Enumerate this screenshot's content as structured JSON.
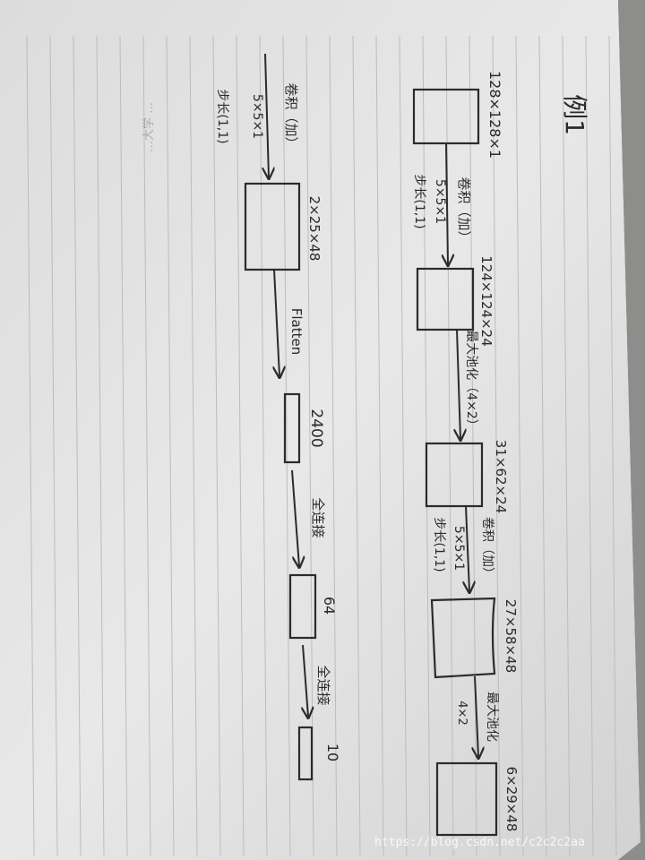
{
  "title": "例1",
  "watermark": "https://blog.csdn.net/c2c2c2aa",
  "stationery_header": "…大学 …",
  "diagram": {
    "column_a": {
      "blocks": [
        "128×128×1",
        "124×124×24",
        "31×62×24",
        "27×58×48",
        "6×29×48"
      ],
      "ops": [
        [
          "卷积（加）",
          "5×5×1",
          "步长(1,1)"
        ],
        [
          "最大池化（4×2）"
        ],
        [
          "卷积（加）",
          "5×5×1",
          "步长(1,1)"
        ],
        [
          "最大池化",
          "4×2"
        ]
      ]
    },
    "column_b": {
      "blocks": [
        "2×25×48",
        "2400",
        "64",
        "10"
      ],
      "top_ops": [
        "卷积（加）",
        "5×5×1",
        "步长(1,1)"
      ],
      "ops": [
        "Flatten",
        "全连接",
        "全连接"
      ]
    }
  }
}
